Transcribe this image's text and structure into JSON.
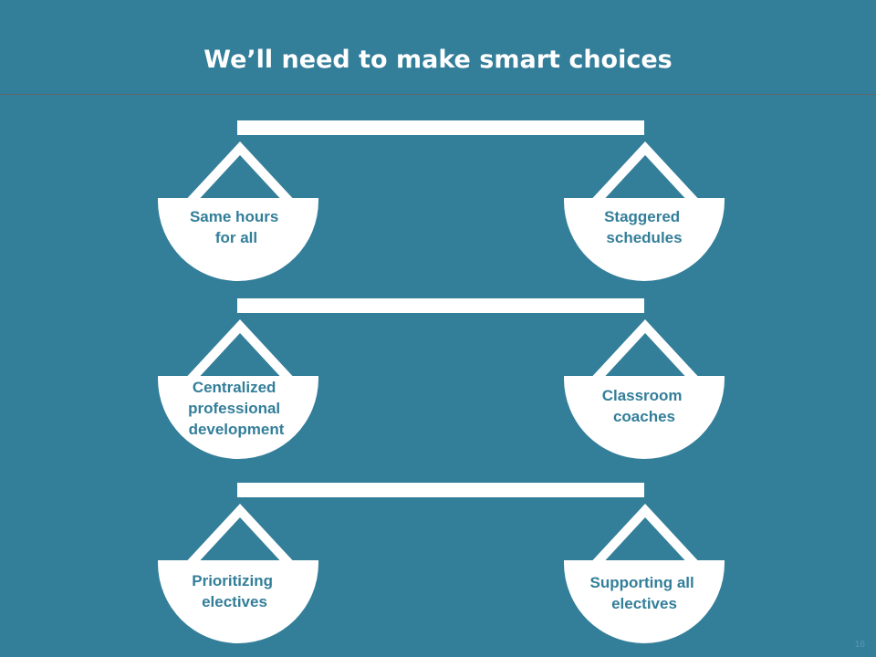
{
  "slide": {
    "title": "We’ll need to make smart choices",
    "page_number": "16"
  },
  "scales": [
    {
      "left_label_lines": [
        "Same hours",
        "for all"
      ],
      "right_label_lines": [
        "Staggered",
        "schedules"
      ]
    },
    {
      "left_label_lines": [
        "Centralized",
        "professional",
        "development"
      ],
      "right_label_lines": [
        "Classroom",
        "coaches"
      ]
    },
    {
      "left_label_lines": [
        "Prioritizing",
        "electives"
      ],
      "right_label_lines": [
        "Supporting all",
        "electives"
      ]
    }
  ],
  "colors": {
    "background": "#337e99",
    "shape_fill": "#ffffff",
    "label_text": "#337e99"
  }
}
